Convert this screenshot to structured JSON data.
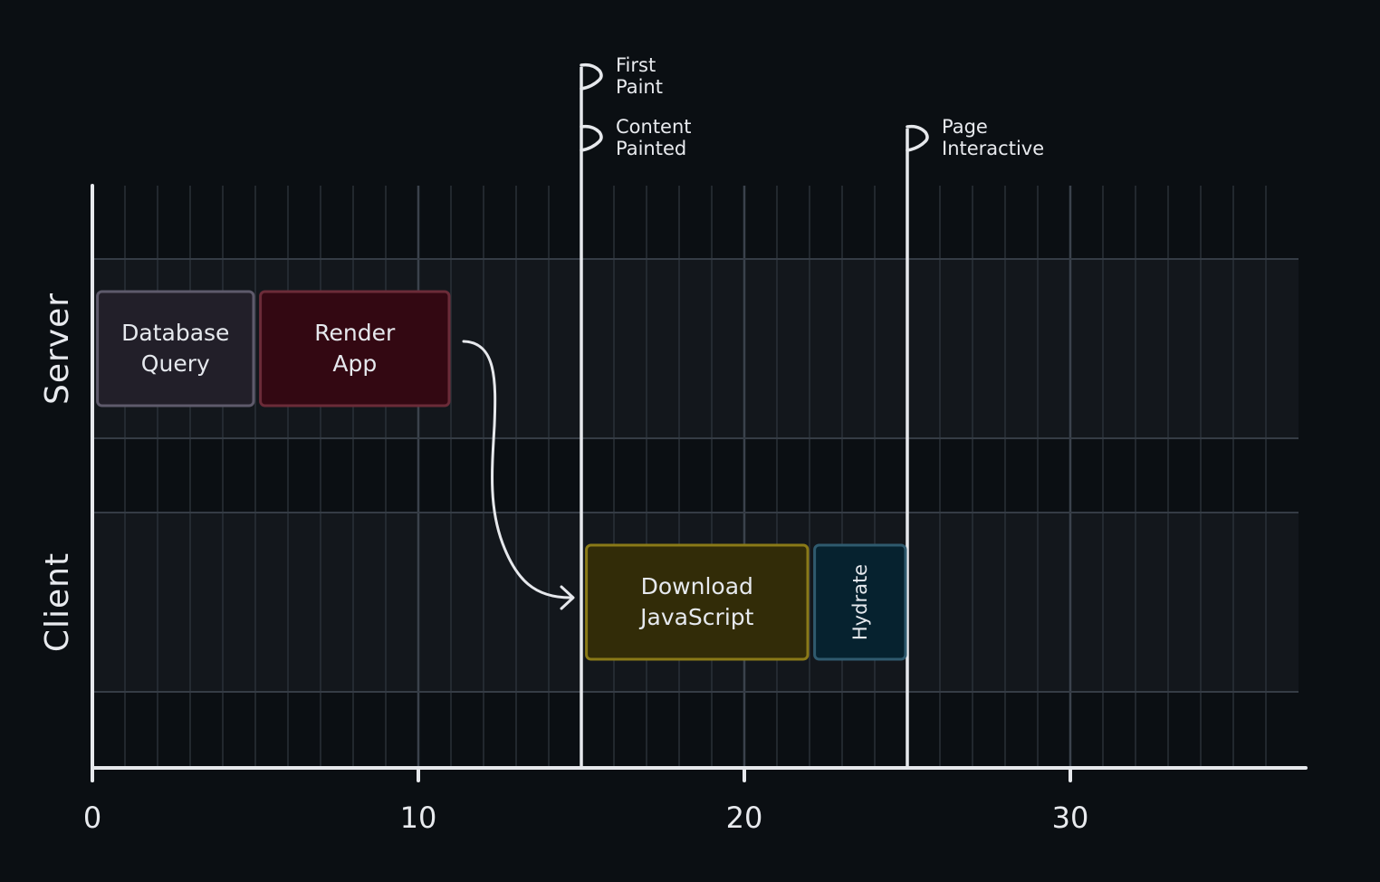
{
  "lanes": [
    {
      "id": "server",
      "label": "Server"
    },
    {
      "id": "client",
      "label": "Client"
    }
  ],
  "x_axis": {
    "min": 0,
    "max": 37,
    "ticks": [
      0,
      10,
      20,
      30
    ]
  },
  "tasks": [
    {
      "id": "database-query",
      "lane": "server",
      "start": 0.1,
      "end": 5.0,
      "label_lines": [
        "Database",
        "Query"
      ],
      "fill": "#221f29",
      "stroke": "#5e5a6b"
    },
    {
      "id": "render-app",
      "lane": "server",
      "start": 5.1,
      "end": 11.0,
      "label_lines": [
        "Render",
        "App"
      ],
      "fill": "#330812",
      "stroke": "#6b2b38"
    },
    {
      "id": "download-javascript",
      "lane": "client",
      "start": 15.1,
      "end": 22.0,
      "label_lines": [
        "Download",
        "JavaScript"
      ],
      "fill": "#322c08",
      "stroke": "#8a7a17"
    },
    {
      "id": "hydrate",
      "lane": "client",
      "start": 22.1,
      "end": 25.0,
      "label_lines": [
        "Hydrate"
      ],
      "fill": "#06222f",
      "stroke": "#2f5a6e",
      "vertical": true
    }
  ],
  "markers": [
    {
      "id": "first-paint",
      "x": 15,
      "flags": [
        {
          "label_lines": [
            "First",
            "Paint"
          ]
        },
        {
          "label_lines": [
            "Content",
            "Painted"
          ]
        }
      ]
    },
    {
      "id": "page-interactive",
      "x": 25,
      "flags": [
        {
          "label_lines": [
            "Page",
            "Interactive"
          ]
        }
      ]
    }
  ],
  "colors": {
    "background": "#0b0f13",
    "axis": "#e6e8ec",
    "grid": "#2a3038",
    "lane_band": "#13171c",
    "text": "#e8eaee"
  }
}
